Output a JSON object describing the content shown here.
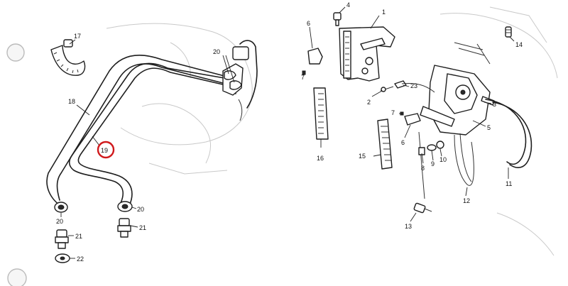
{
  "callouts": {
    "c1": "1",
    "c2": "2",
    "c3": "3",
    "c4": "4",
    "c5": "5",
    "c6a": "6",
    "c6b": "6",
    "c7a": "7",
    "c7b": "7",
    "c8": "8",
    "c9": "9",
    "c10": "10",
    "c11": "11",
    "c12": "12",
    "c13": "13",
    "c14": "14",
    "c15": "15",
    "c16": "16",
    "c17": "17",
    "c18": "18",
    "c19": "19",
    "c20a": "20",
    "c20b": "20",
    "c20c": "20",
    "c21a": "21",
    "c21b": "21",
    "c22": "22",
    "c23": "23"
  },
  "highlight": {
    "callout": "c19",
    "color": "#d0191c"
  },
  "ink_color": "#1e1e1e"
}
